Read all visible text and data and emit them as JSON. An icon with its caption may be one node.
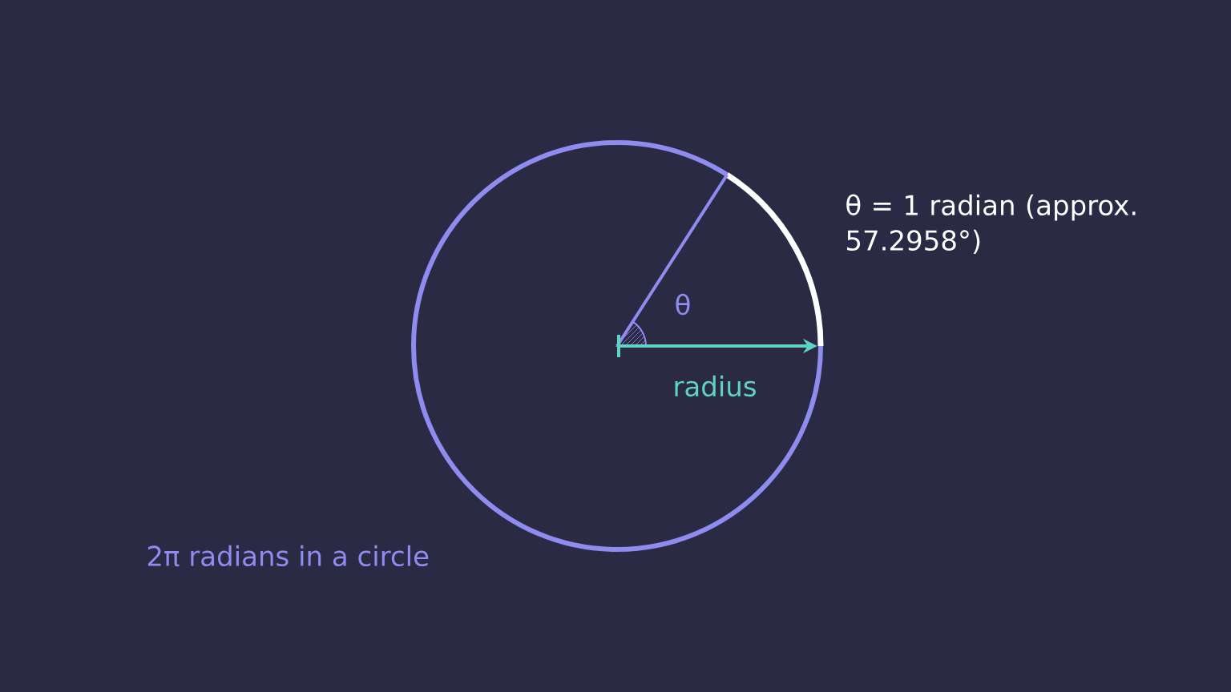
{
  "diagram": {
    "labels": [
      "θ = 1 radian (approx. 57.2958°)",
      "θ",
      "radius",
      "2π radians in a circle"
    ]
  }
}
